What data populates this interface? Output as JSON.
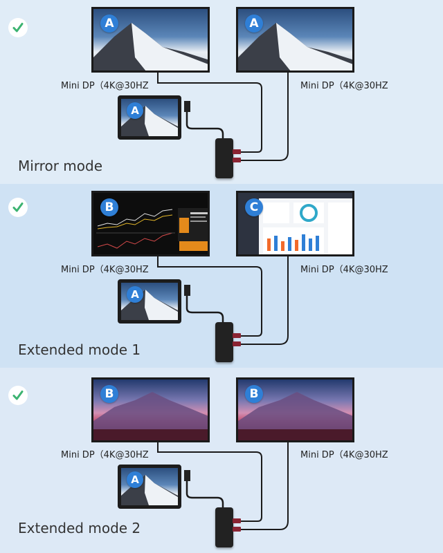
{
  "panels": [
    {
      "mode_label": "Mirror mode",
      "left_monitor": {
        "badge": "A"
      },
      "right_monitor": {
        "badge": "A"
      },
      "left_port_label": "Mini DP（4K@30HZ",
      "right_port_label": "Mini DP（4K@30HZ",
      "tablet": {
        "badge": "A"
      }
    },
    {
      "mode_label": "Extended mode 1",
      "left_monitor": {
        "badge": "B"
      },
      "right_monitor": {
        "badge": "C"
      },
      "left_port_label": "Mini DP（4K@30HZ",
      "right_port_label": "Mini DP（4K@30HZ",
      "tablet": {
        "badge": "A"
      }
    },
    {
      "mode_label": "Extended mode 2",
      "left_monitor": {
        "badge": "B"
      },
      "right_monitor": {
        "badge": "B"
      },
      "left_port_label": "Mini DP（4K@30HZ",
      "right_port_label": "Mini DP（4K@30HZ",
      "tablet": {
        "badge": "A"
      }
    }
  ],
  "colors": {
    "check_green": "#3cb371",
    "badge_blue": "#2f7fd6",
    "wire": "#1a1a1a",
    "plug": "#8a2433"
  },
  "icons": {
    "status": "check-icon"
  }
}
